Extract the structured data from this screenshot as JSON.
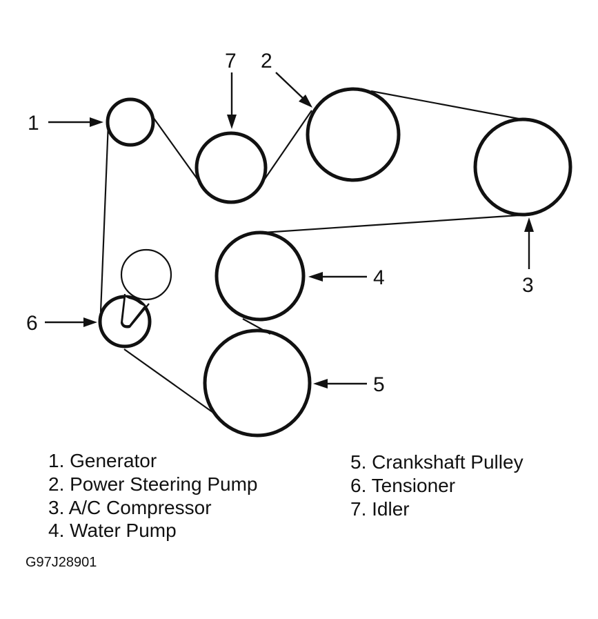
{
  "callouts": {
    "c1": "1",
    "c2": "2",
    "c3": "3",
    "c4": "4",
    "c5": "5",
    "c6": "6",
    "c7": "7"
  },
  "legend": {
    "item1": "1. Generator",
    "item2": "2. Power Steering Pump",
    "item3": "3. A/C Compressor",
    "item4": "4. Water Pump",
    "item5": "5. Crankshaft Pulley",
    "item6": "6. Tensioner",
    "item7": "7. Idler"
  },
  "figure_code": "G97J28901"
}
